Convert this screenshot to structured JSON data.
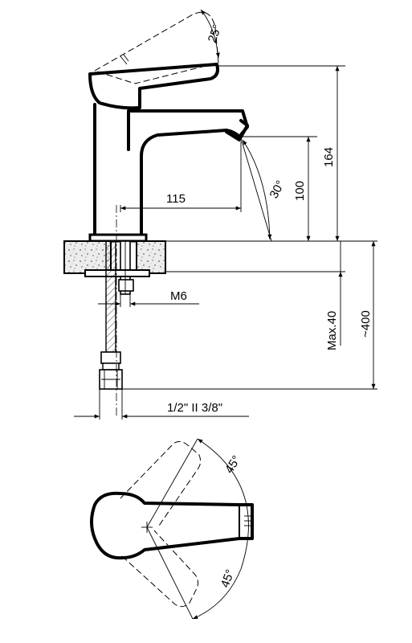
{
  "dimensions": {
    "lever_angle": "25°",
    "spout_angle": "30°",
    "spout_reach": "115",
    "spout_height": "100",
    "total_height": "164",
    "stud_thread": "M6",
    "max_deck": "Max.40",
    "hose_length": "~400",
    "hose_connection": "1/2\" II 3/8\"",
    "swing_top": "45°",
    "swing_bottom": "45°"
  },
  "colors": {
    "line": "#000000",
    "background": "#ffffff",
    "counter_fill": "#e8e8e8"
  }
}
